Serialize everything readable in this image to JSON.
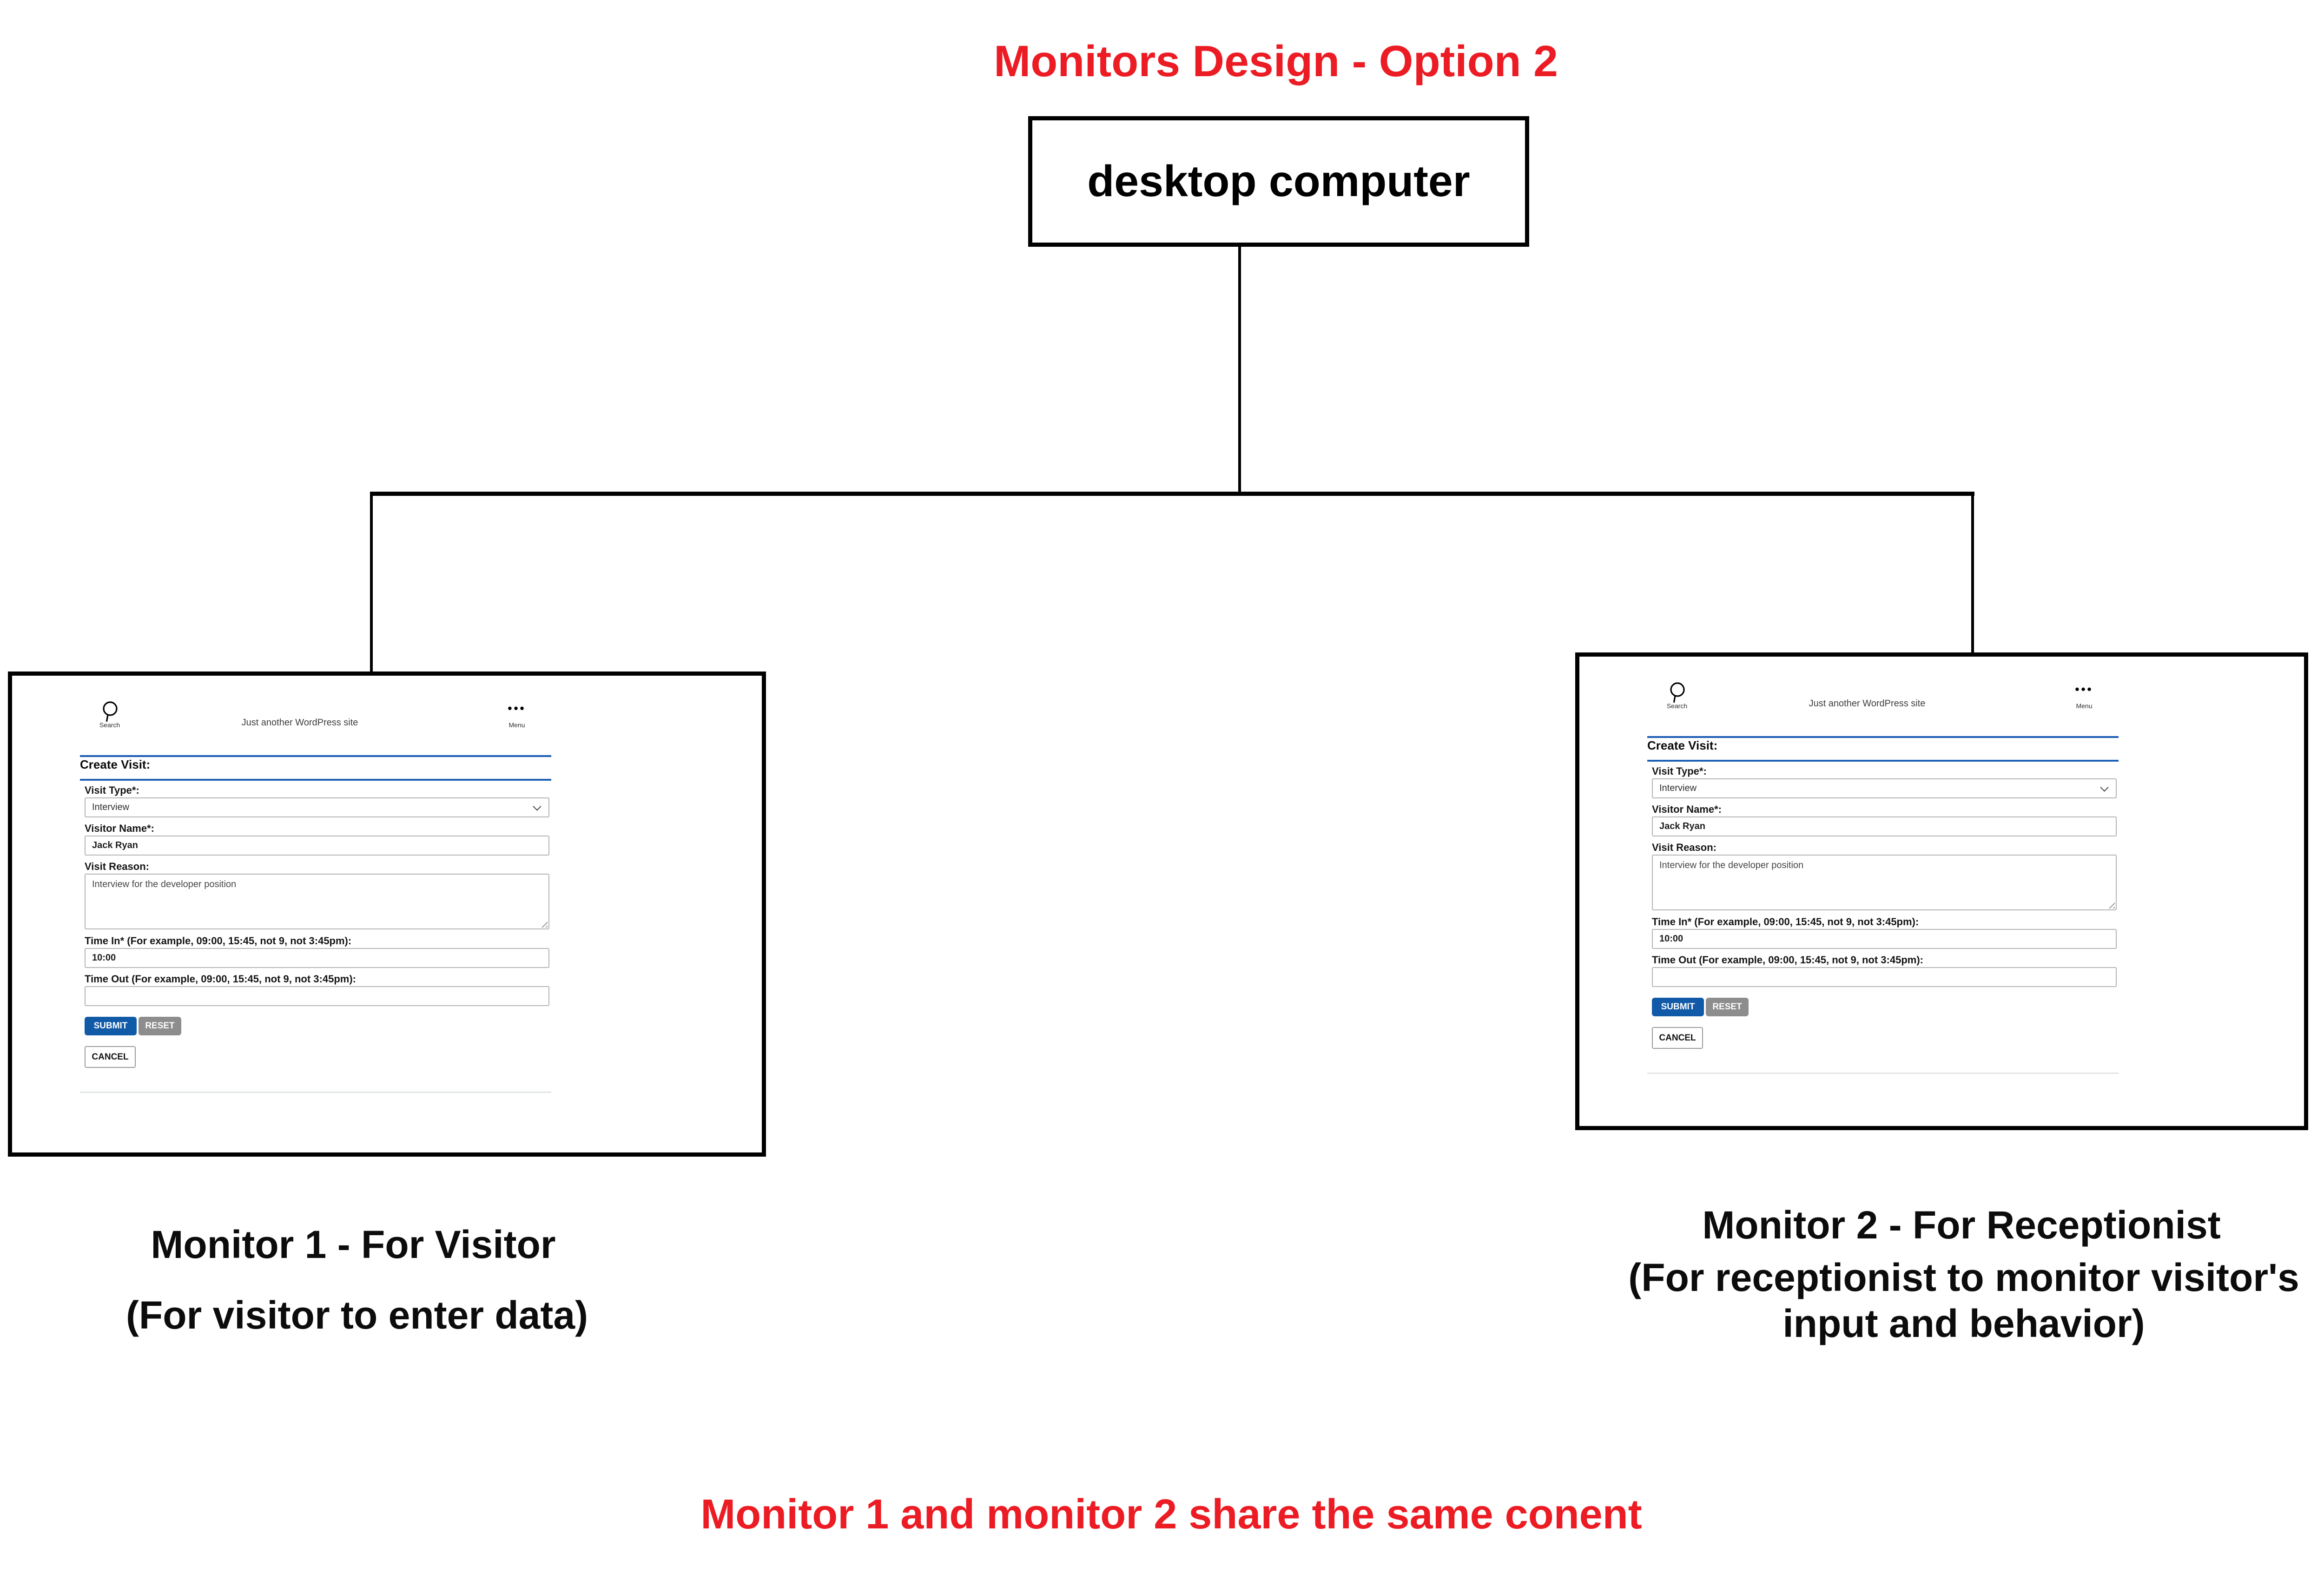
{
  "diagram": {
    "title": "Monitors Design - Option 2",
    "computer_label": "desktop computer",
    "monitor1_caption_line1": "Monitor 1 - For Visitor",
    "monitor1_caption_line2": "(For visitor to enter data)",
    "monitor2_caption_line1": "Monitor 2 - For Receptionist",
    "monitor2_caption_line2": "(For receptionist to monitor visitor's",
    "monitor2_caption_line3": "input and behavior)",
    "footer_note": "Monitor 1 and monitor 2 share the same conent"
  },
  "screen": {
    "header": {
      "search_label": "Search",
      "site_title": "Just another WordPress site",
      "menu_dots": "•••",
      "menu_label": "Menu"
    },
    "form": {
      "heading": "Create Visit:",
      "visit_type_label": "Visit Type*:",
      "visit_type_value": "Interview",
      "visitor_name_label": "Visitor Name*:",
      "visitor_name_value": "Jack Ryan",
      "visit_reason_label": "Visit Reason:",
      "visit_reason_value": "Interview for the developer position",
      "time_in_label": "Time In* (For example, 09:00, 15:45, not 9, not 3:45pm):",
      "time_in_value": "10:00",
      "time_out_label": "Time Out (For example, 09:00, 15:45, not 9, not 3:45pm):",
      "time_out_value": "",
      "submit_label": "SUBMIT",
      "reset_label": "RESET",
      "cancel_label": "CANCEL"
    }
  },
  "colors": {
    "accent_red": "#ec1c24",
    "rule_blue": "#1b5db5",
    "submit_blue": "#115aa8",
    "reset_gray": "#8d8d8d"
  }
}
